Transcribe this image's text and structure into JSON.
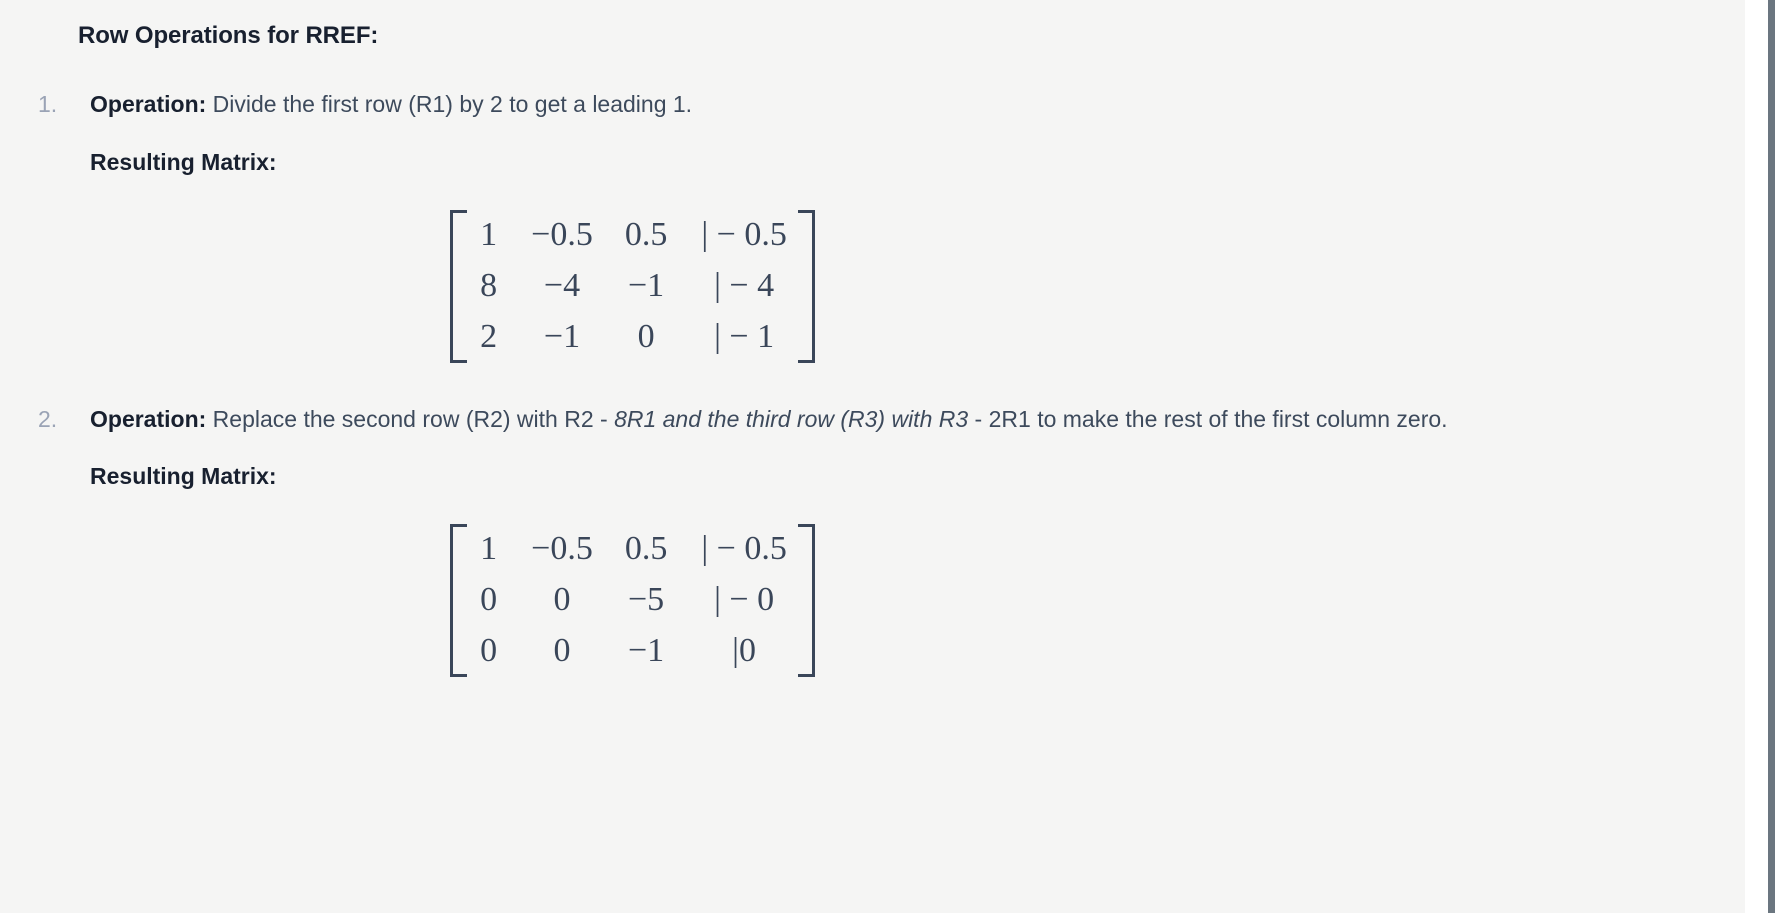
{
  "section": {
    "title": "Row Operations for RREF:"
  },
  "steps": [
    {
      "marker": "1.",
      "op_label": "Operation:",
      "op_text_parts": [
        {
          "text": " Divide the first row (R1) by 2 to get a leading 1.",
          "style": "normal"
        }
      ],
      "result_label": "Resulting Matrix:",
      "matrix": {
        "rows": [
          [
            "1",
            "−0.5",
            "0.5",
            "| − 0.5"
          ],
          [
            "8",
            "−4",
            "−1",
            "| − 4"
          ],
          [
            "2",
            "−1",
            "0",
            "| − 1"
          ]
        ]
      }
    },
    {
      "marker": "2.",
      "op_label": "Operation:",
      "op_text_parts": [
        {
          "text": " Replace the second row (R2) with R2 - ",
          "style": "normal"
        },
        {
          "text": "8R1 and the third row (R3) with R3",
          "style": "italic"
        },
        {
          "text": " - 2R1 to make the rest of the first column zero.",
          "style": "normal"
        }
      ],
      "result_label": "Resulting Matrix:",
      "matrix": {
        "rows": [
          [
            "1",
            "−0.5",
            "0.5",
            "| − 0.5"
          ],
          [
            "0",
            "0",
            "−5",
            "| − 0"
          ],
          [
            "0",
            "0",
            "−1",
            "|0"
          ]
        ]
      }
    }
  ],
  "colors": {
    "background": "#f5f5f4",
    "heading": "#18202f",
    "body_text": "#3d4a5c",
    "list_marker": "#9aa3b5",
    "matrix": "#3a4659",
    "scrollbar": "#6b7680"
  },
  "scrollbar": {
    "present": true,
    "position": "right"
  }
}
